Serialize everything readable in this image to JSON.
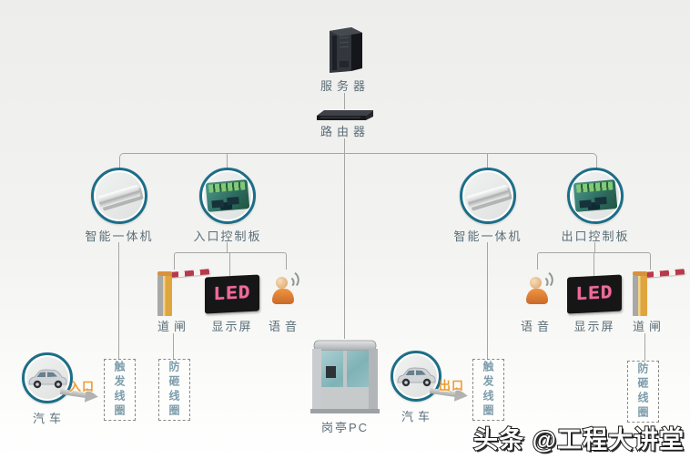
{
  "backbone": {
    "server_label": "服务器",
    "router_label": "路由器",
    "booth_label": "岗亭PC"
  },
  "entrance": {
    "machine_label": "智能一体机",
    "board_label": "入口控制板",
    "barrier_label": "道闸",
    "display_label": "显示屏",
    "display_screen_text": "LED",
    "voice_label": "语音",
    "car_label": "汽车",
    "direction_label": "入口",
    "trigger_coil_label": "触发线圈",
    "anti_smash_coil_label": "防砸线圈"
  },
  "exit": {
    "machine_label": "智能一体机",
    "board_label": "出口控制板",
    "barrier_label": "道闸",
    "display_label": "显示屏",
    "display_screen_text": "LED",
    "voice_label": "语音",
    "car_label": "汽车",
    "direction_label": "出口",
    "trigger_coil_label": "触发线圈",
    "anti_smash_coil_label": "防砸线圈"
  },
  "watermark": {
    "text": "头条 @工程大讲堂"
  },
  "colors": {
    "circle_border": "#1c6e88",
    "connector_line": "#a6a6a4",
    "label_text": "#5a6e78",
    "coil_text": "#7d9dab",
    "direction_text": "#ef9a2c",
    "led_text": "#f06a9b",
    "barrier_yellow": "#e0a53e",
    "arm_red": "#b8394a"
  }
}
